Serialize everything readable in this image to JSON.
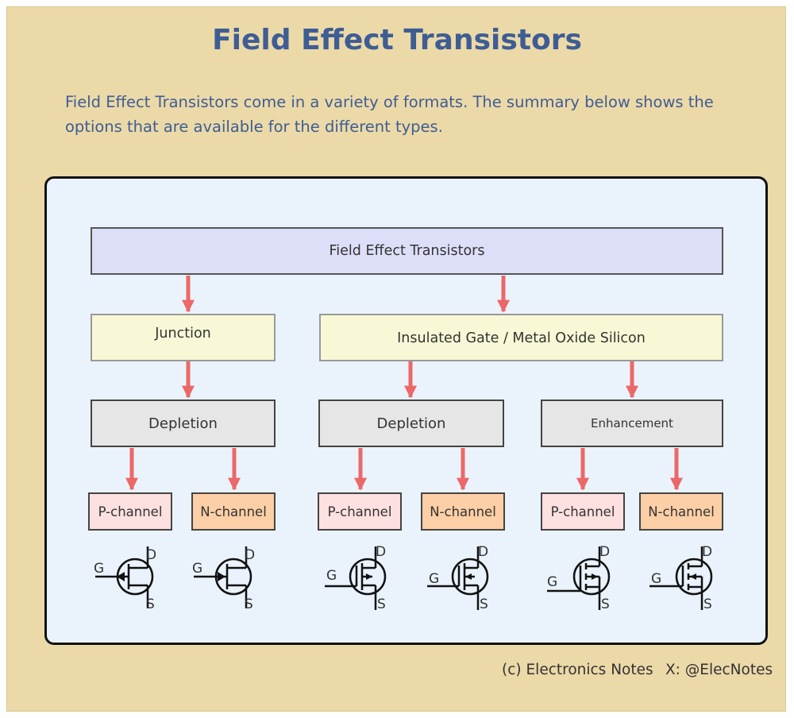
{
  "header": {
    "title": "Field Effect Transistors",
    "intro": "Field Effect Transistors come in a variety of formats. The summary below shows the options that are available for the different types."
  },
  "tree": {
    "root": "Field Effect Transistors",
    "junction": {
      "label": "Junction",
      "mode": "Depletion",
      "p_channel": "P-channel",
      "n_channel": "N-channel"
    },
    "igfet": {
      "label": "Insulated Gate / Metal Oxide Silicon",
      "depletion": {
        "label": "Depletion",
        "p_channel": "P-channel",
        "n_channel": "N-channel"
      },
      "enhancement": {
        "label": "Enhancement",
        "p_channel": "P-channel",
        "n_channel": "N-channel"
      }
    }
  },
  "symbols": {
    "gate": "G",
    "drain": "D",
    "source": "S"
  },
  "footer": {
    "copyright": "(c) Electronics Notes",
    "social": "X: @ElecNotes"
  },
  "colors": {
    "background": "#ecd9a8",
    "title": "#3d5d94",
    "panel": "#eaf3fc",
    "root_box": "#dcdff7",
    "type_box": "#f9f8d6",
    "mode_box": "#e6e6e6",
    "p_channel_box": "#fde0e0",
    "n_channel_box": "#fdcfa6",
    "arrow": "#ec6868"
  }
}
